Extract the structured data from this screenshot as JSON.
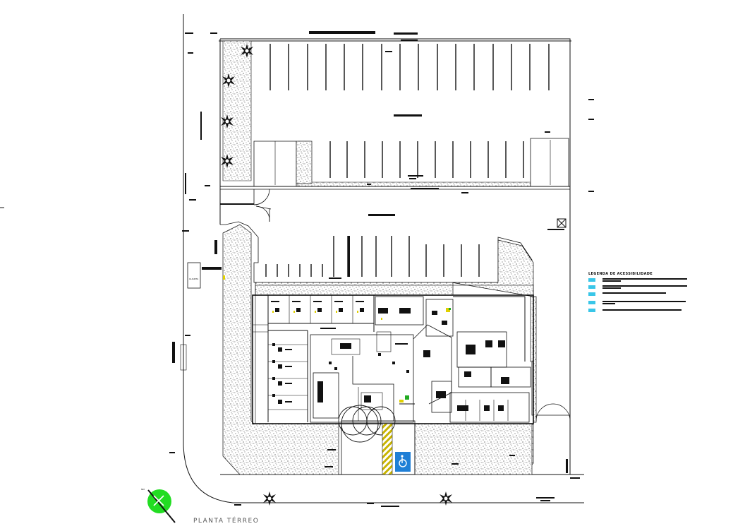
{
  "drawing": {
    "title": "PLANTA TÉRREO",
    "legend_title": "LEGENDA DE ACESSIBILIDADE",
    "legend_item_count": 5,
    "north_label": "NM",
    "booth_label": "GUARITA"
  },
  "colors": {
    "line": "#111111",
    "accessibility_sign": "#1f7fd6",
    "hazard_stripe": "#c8b400",
    "north_arrow": "#22dd22",
    "legend_swatch": "#39c6e8"
  },
  "icons": [
    "north-arrow-icon",
    "wheelchair-icon",
    "tree-icon",
    "door-swing-icon"
  ]
}
